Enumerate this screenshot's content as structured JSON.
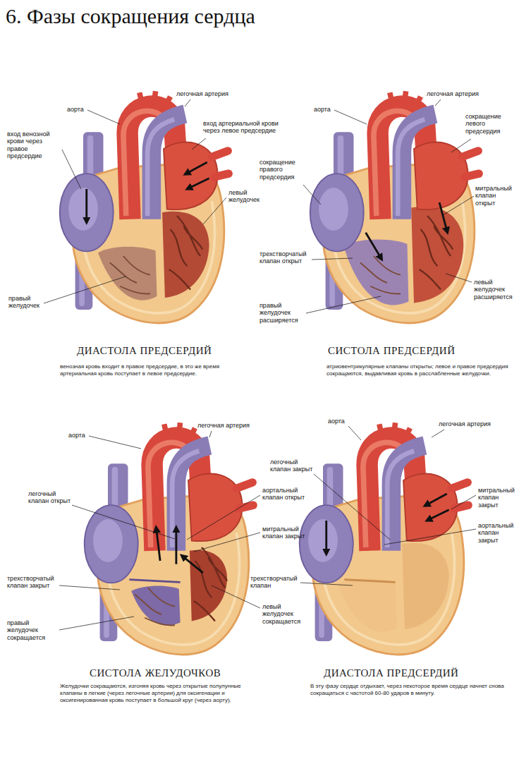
{
  "diagram": {
    "title": "6. Фазы сокращения сердца",
    "labels": [
      "аорта",
      "легочная артерия",
      "вход венозной крови через правое предсердие",
      "вход артериальной крови через левое предсердие",
      "левый желудочек",
      "правый желудочек",
      "ДИАСТОЛА ПРЕДСЕРДИЙ",
      "венозная кровь входит в правое предсердие, в это же время артериальная кровь поступает в левое предсердие.",
      "аорта",
      "легочная артерия",
      "сокращение левого предсердия",
      "сокращение правого предсердия",
      "митральный клапан открыт",
      "трехстворчатый клапан открыт",
      "левый желудочек расширяется",
      "правый желудочек расширяется",
      "СИСТОЛА ПРЕДСЕРДИЙ",
      "атриовентрикулярные клапаны открыты; левое и правое предсердия сокращаются, выдавливая кровь в расслабленные желудочки.",
      "аорта",
      "легочная артерия",
      "легочный клапан открыт",
      "аортальный клапан открыт",
      "митральный клапан закрыт",
      "трехстворчатый клапан закрыт",
      "правый желудочек сокращается",
      "левый желудочек сокращается",
      "СИСТОЛА ЖЕЛУДОЧКОВ",
      "Желудочки сокращаются, изгоняя кровь через открытые полулунные клапаны в легкие (через легочные артерии) для оксигенации и оксигенированная кровь поступает в большой круг (через аорту).",
      "аорта",
      "легочная артерия",
      "легочный клапан закрыт",
      "митральный клапан закрыт",
      "аортальный клапан закрыт",
      "трехстворчатый клапан",
      "ДИАСТОЛА ПРЕДСЕРДИЙ",
      "В эту фазу сердце отдыхает, через некоторое время сердце начнет снова сокращаться с частотой 60-80 ударов в минуту."
    ]
  }
}
